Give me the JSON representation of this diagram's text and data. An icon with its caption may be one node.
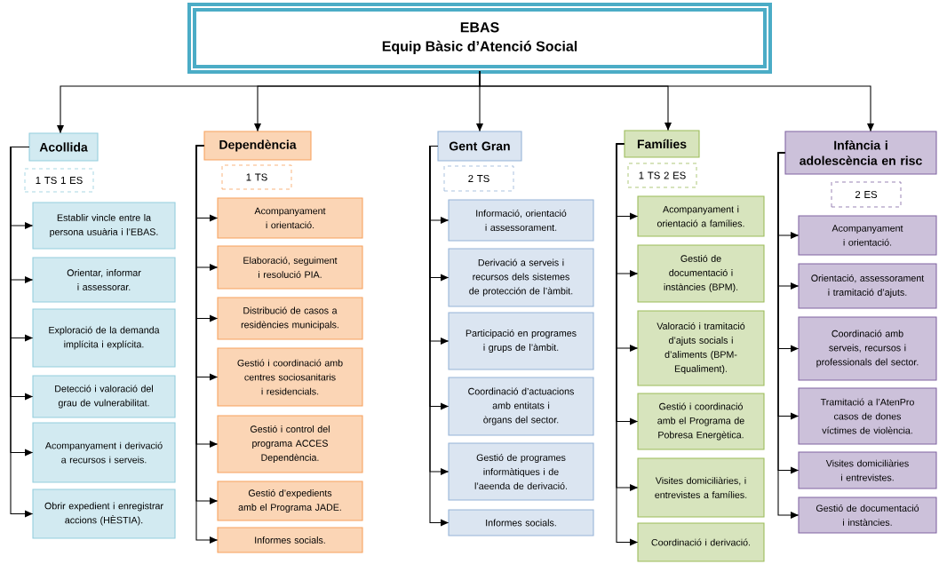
{
  "diagram": {
    "nodes": [
      {
        "text": [
          "EBAS",
          "Equip Bàsic d’Atenció Social"
        ]
      },
      {
        "text": [
          "Acollida"
        ]
      },
      {
        "text": [
          "1 TS 1 ES"
        ]
      },
      {
        "text": [
          "Establir vincle entre la persona usuària i l’EBAS."
        ]
      },
      {
        "text": [
          "Orientar, informar i assessorar."
        ]
      },
      {
        "text": [
          "Exploració de la demanda implícita i explícita."
        ]
      },
      {
        "text": [
          "Detecció i valoració del grau de vulnerabilitat."
        ]
      },
      {
        "text": [
          "Acompanyament i derivació a recursos i serveis."
        ]
      },
      {
        "text": [
          "Obrir expedient i enregistrar accions (HÈSTIA)."
        ]
      },
      {
        "text": [
          "Dependència"
        ]
      },
      {
        "text": [
          "1 TS"
        ]
      },
      {
        "text": [
          "Acompanyament i orientació."
        ]
      },
      {
        "text": [
          "Elaboració, seguiment i resolució PIA."
        ]
      },
      {
        "text": [
          "Distribució de casos a residències municipals."
        ]
      },
      {
        "text": [
          "Gestió i coordinació amb centres sociosanitaris i residencials."
        ]
      },
      {
        "text": [
          "Gestió i control del programa ACCES Dependència."
        ]
      },
      {
        "text": [
          "Gestió d’expedients amb el Programa JADE."
        ]
      },
      {
        "text": [
          "Informes socials."
        ]
      },
      {
        "text": [
          "Gent Gran"
        ]
      },
      {
        "text": [
          "2 TS"
        ]
      },
      {
        "text": [
          "Informació, orientació i assessorament."
        ]
      },
      {
        "text": [
          "Derivació a serveis i recursos dels sistemes de protección de l’àmbit."
        ]
      },
      {
        "text": [
          "Participació en programes i grups de l’àmbit."
        ]
      },
      {
        "text": [
          "Coordinació d’actuacions amb entitats i òrgans del sector."
        ]
      },
      {
        "text": [
          "Gestió de programes informàtiques i de l’aeenda de derivació."
        ]
      },
      {
        "text": [
          "Informes socials."
        ]
      },
      {
        "text": [
          "Famílies"
        ]
      },
      {
        "text": [
          "1 TS 2 ES"
        ]
      },
      {
        "text": [
          "Acompanyament i orientació a famílies."
        ]
      },
      {
        "text": [
          "Gestió de documentació i instàncies (BPM)."
        ]
      },
      {
        "text": [
          "Valoració i tramitació d’ajuts socials i d’aliments (BPM-Equaliment)."
        ]
      },
      {
        "text": [
          "Gestió i coordinació amb el Programa de Pobresa Energètica."
        ]
      },
      {
        "text": [
          "Visites domiciliàries, i entrevistes a famílies."
        ]
      },
      {
        "text": [
          "Coordinació i derivació."
        ]
      },
      {
        "text": [
          "Infància i adolescència en risc"
        ]
      },
      {
        "text": [
          "2 ES"
        ]
      },
      {
        "text": [
          "Acompanyament i orientació."
        ]
      },
      {
        "text": [
          "Orientació, assessorament i tramitació d’ajuts."
        ]
      },
      {
        "text": [
          "Coordinació amb serveis, recursos i professionals del sector."
        ]
      },
      {
        "text": [
          "Tramitació a l’AtenPro casos de dones víctimes de violència."
        ]
      },
      {
        "text": [
          "Visites domiciliàries i entrevistes."
        ]
      },
      {
        "text": [
          "Gestió de documentació i instàncies."
        ]
      }
    ],
    "edges": [
      {
        "from": 0,
        "to": 1,
        "arrow": "to"
      },
      {
        "from": 0,
        "to": 9,
        "arrow": "to"
      },
      {
        "from": 0,
        "to": 18,
        "arrow": "to"
      },
      {
        "from": 0,
        "to": 26,
        "arrow": "to"
      },
      {
        "from": 0,
        "to": 34,
        "arrow": "to"
      },
      {
        "from": 1,
        "to": 3,
        "arrow": "to"
      },
      {
        "from": 1,
        "to": 4,
        "arrow": "to"
      },
      {
        "from": 1,
        "to": 5,
        "arrow": "to"
      },
      {
        "from": 1,
        "to": 6,
        "arrow": "to"
      },
      {
        "from": 1,
        "to": 7,
        "arrow": "to"
      },
      {
        "from": 1,
        "to": 8,
        "arrow": "to"
      },
      {
        "from": 9,
        "to": 11,
        "arrow": "to"
      },
      {
        "from": 9,
        "to": 12,
        "arrow": "to"
      },
      {
        "from": 9,
        "to": 13,
        "arrow": "to"
      },
      {
        "from": 9,
        "to": 14,
        "arrow": "to"
      },
      {
        "from": 9,
        "to": 15,
        "arrow": "to"
      },
      {
        "from": 9,
        "to": 16,
        "arrow": "to"
      },
      {
        "from": 9,
        "to": 17,
        "arrow": "to"
      },
      {
        "from": 18,
        "to": 20,
        "arrow": "to"
      },
      {
        "from": 18,
        "to": 21,
        "arrow": "to"
      },
      {
        "from": 18,
        "to": 22,
        "arrow": "to"
      },
      {
        "from": 18,
        "to": 23,
        "arrow": "to"
      },
      {
        "from": 18,
        "to": 24,
        "arrow": "to"
      },
      {
        "from": 18,
        "to": 25,
        "arrow": "to"
      },
      {
        "from": 26,
        "to": 28,
        "arrow": "to"
      },
      {
        "from": 26,
        "to": 29,
        "arrow": "to"
      },
      {
        "from": 26,
        "to": 30,
        "arrow": "to"
      },
      {
        "from": 26,
        "to": 31,
        "arrow": "to"
      },
      {
        "from": 26,
        "to": 32,
        "arrow": "to"
      },
      {
        "from": 26,
        "to": 33,
        "arrow": "to"
      },
      {
        "from": 34,
        "to": 36,
        "arrow": "to"
      },
      {
        "from": 34,
        "to": 37,
        "arrow": "to"
      },
      {
        "from": 34,
        "to": 38,
        "arrow": "to"
      },
      {
        "from": 34,
        "to": 39,
        "arrow": "to"
      },
      {
        "from": 34,
        "to": 40,
        "arrow": "to"
      },
      {
        "from": 34,
        "to": 41,
        "arrow": "to"
      }
    ]
  }
}
